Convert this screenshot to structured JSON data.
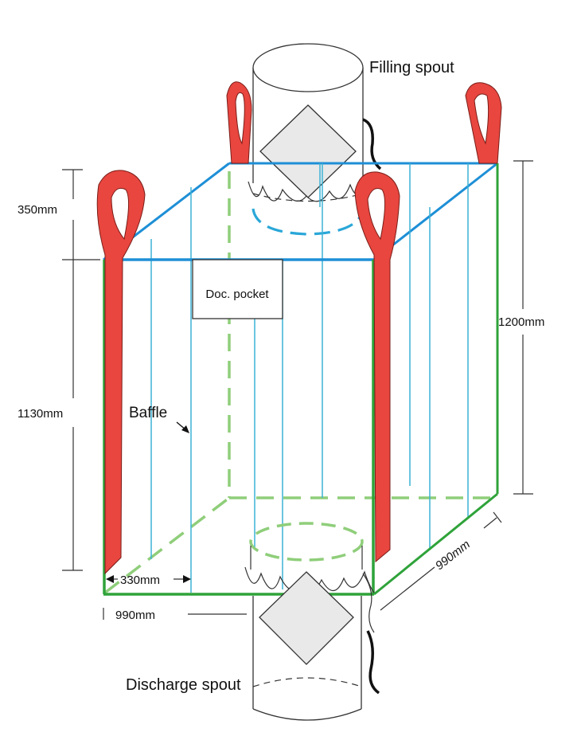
{
  "labels": {
    "filling_spout": "Filling spout",
    "doc_pocket": "Doc. pocket",
    "baffle": "Baffle",
    "discharge_spout": "Discharge spout"
  },
  "dimensions": {
    "top_height": "350mm",
    "body_height": "1130mm",
    "total_height": "1200mm",
    "baffle_spacing": "330mm",
    "width": "990mm",
    "depth": "990mm"
  },
  "colors": {
    "loop": "#e8463f",
    "top_edge": "#1e8fd6",
    "bottom_edge": "#2fa33a",
    "baffle_dash": "#8fce7a",
    "spout_dash": "#2aa7d8",
    "seam": "#3bb2d6",
    "outline": "#333333"
  }
}
